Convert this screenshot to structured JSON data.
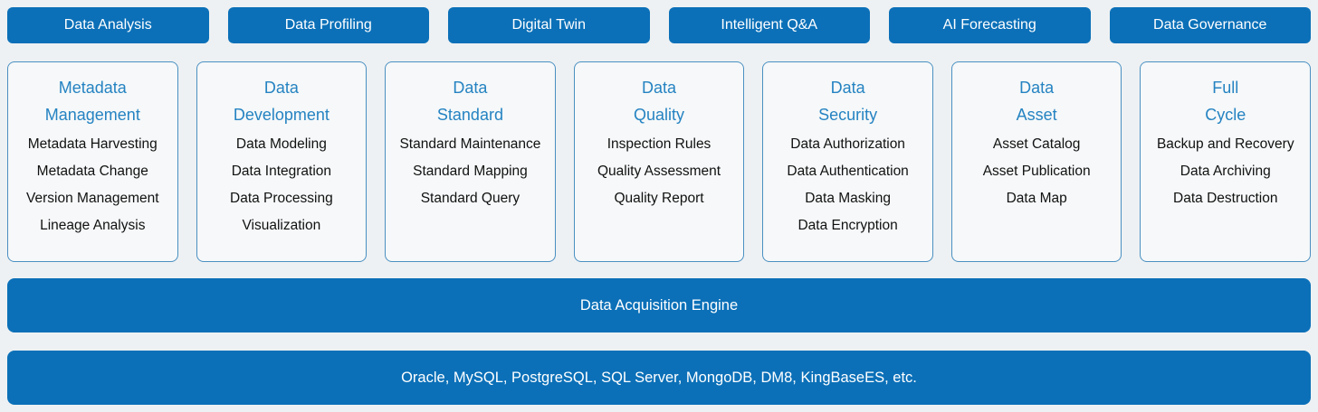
{
  "colors": {
    "primary_blue": "#0b70b8",
    "card_border": "#4a90c2",
    "card_title": "#2583c2",
    "card_bg": "#f6f8f9",
    "page_bg": "#eef1f3",
    "item_text": "#111111",
    "button_text": "#ffffff"
  },
  "top_buttons": [
    "Data Analysis",
    "Data Profiling",
    "Digital Twin",
    "Intelligent Q&A",
    "AI Forecasting",
    "Data Governance"
  ],
  "cards": [
    {
      "title_line1": "Metadata",
      "title_line2": "Management",
      "items": [
        "Metadata Harvesting",
        "Metadata Change",
        "Version Management",
        "Lineage Analysis"
      ]
    },
    {
      "title_line1": "Data",
      "title_line2": "Development",
      "items": [
        "Data Modeling",
        "Data Integration",
        "Data Processing",
        "Visualization"
      ]
    },
    {
      "title_line1": "Data",
      "title_line2": "Standard",
      "items": [
        "Standard Maintenance",
        "Standard Mapping",
        "Standard Query"
      ]
    },
    {
      "title_line1": "Data",
      "title_line2": "Quality",
      "items": [
        "Inspection Rules",
        "Quality Assessment",
        "Quality Report"
      ]
    },
    {
      "title_line1": "Data",
      "title_line2": "Security",
      "items": [
        "Data Authorization",
        "Data Authentication",
        "Data Masking",
        "Data Encryption"
      ]
    },
    {
      "title_line1": "Data",
      "title_line2": "Asset",
      "items": [
        "Asset Catalog",
        "Asset Publication",
        "Data Map"
      ]
    },
    {
      "title_line1": "Full",
      "title_line2": "Cycle",
      "items": [
        "Backup and Recovery",
        "Data Archiving",
        "Data Destruction"
      ]
    }
  ],
  "bars": {
    "acquisition": "Data Acquisition Engine",
    "databases": "Oracle, MySQL, PostgreSQL, SQL Server, MongoDB, DM8, KingBaseES, etc."
  }
}
